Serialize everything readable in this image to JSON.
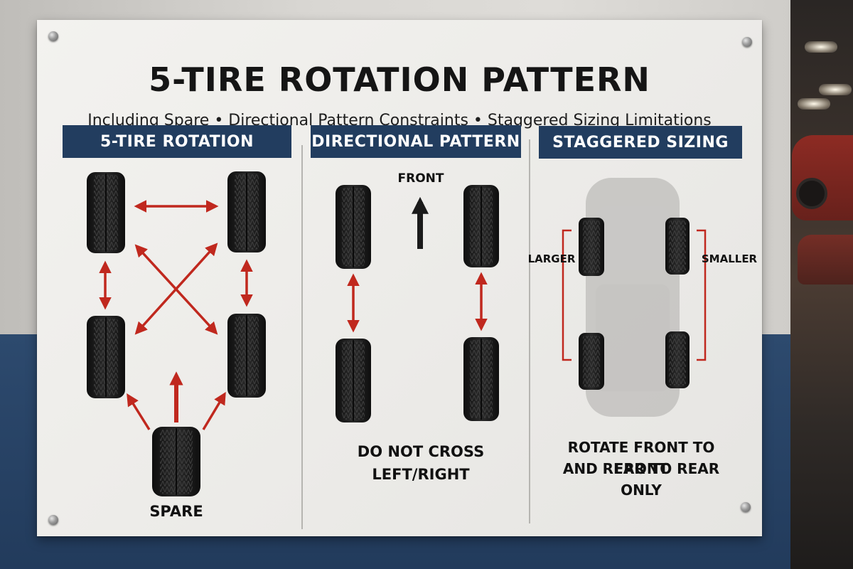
{
  "sign": {
    "title": "5-TIRE ROTATION PATTERN",
    "subtitle": "Including Spare • Directional Pattern Constraints • Staggered Sizing Limitations"
  },
  "panels": {
    "rotation": {
      "header": "5-TIRE ROTATION",
      "spare_label": "SPARE"
    },
    "directional": {
      "header": "DIRECTIONAL PATTERN",
      "front_label": "FRONT",
      "caption_line1": "DO NOT CROSS",
      "caption_line2": "LEFT/RIGHT"
    },
    "staggered": {
      "header": "STAGGERED SIZING",
      "larger_label": "LARGER",
      "smaller_label": "SMALLER",
      "caption_line1": "ROTATE FRONT TO FRONT",
      "caption_line2": "AND REAR TO REAR ONLY"
    }
  },
  "colors": {
    "header_band": "#223d5f",
    "arrow_red": "#c0281e",
    "tire": "#1b1b1b",
    "wall_blue": "#2d4a6e"
  }
}
